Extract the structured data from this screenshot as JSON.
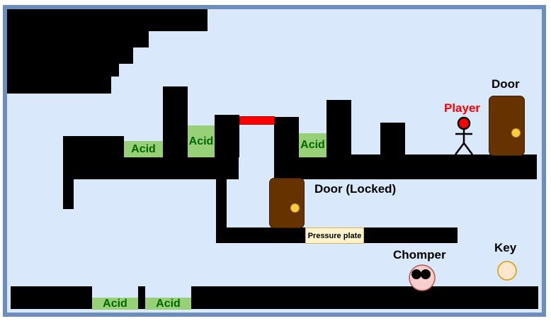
{
  "colors": {
    "border": "#6c8ebf",
    "background": "#dae8fc",
    "wall": "#000000",
    "acid": "#97d077",
    "acid_text": "#006600",
    "laser": "#ff0000",
    "door": "#663300",
    "door_knob": "#ffcd3d",
    "plate": "#fff2cc",
    "chomper": "#f8cecc",
    "key": "#ffe6cc",
    "player": "#ff0000"
  },
  "labels": {
    "door": "Door",
    "door_locked": "Door (Locked)",
    "player": "Player",
    "chomper": "Chomper",
    "key": "Key",
    "pressure_plate": "Pressure plate",
    "acid": "Acid"
  },
  "acid_pools": [
    "Acid",
    "Acid",
    "Acid",
    "Acid",
    "Acid"
  ]
}
